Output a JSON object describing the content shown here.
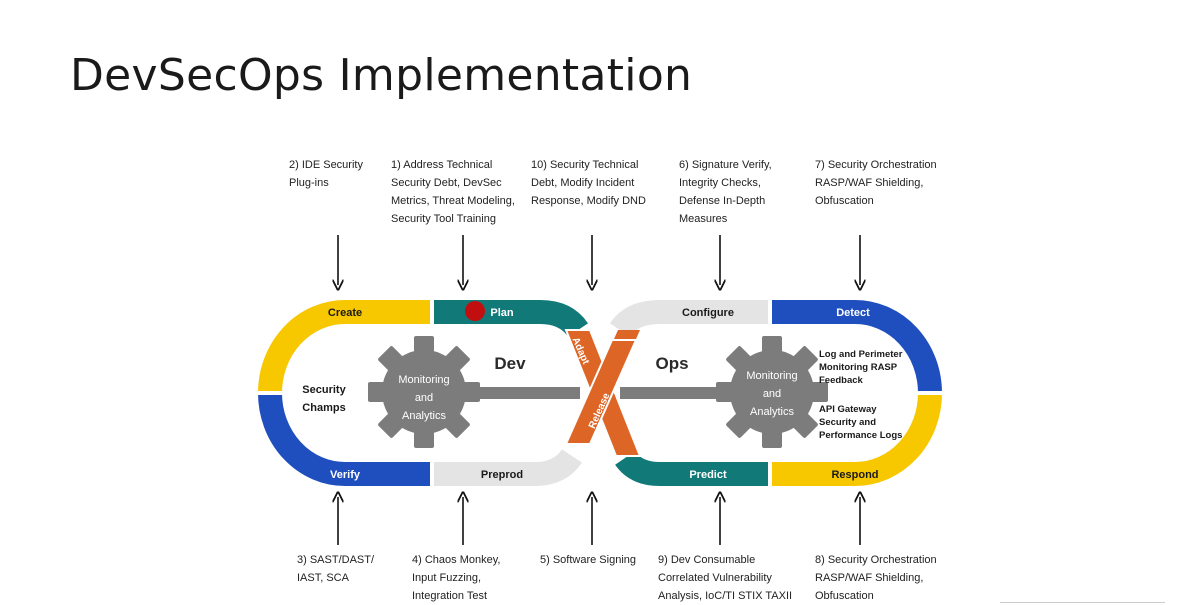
{
  "title": "DevSecOps Implementation",
  "annotations": {
    "top": [
      {
        "id": "ide",
        "text": "2) IDE Security\nPlug-ins"
      },
      {
        "id": "address",
        "text": "1) Address Technical\nSecurity Debt, DevSec\nMetrics, Threat Modeling,\nSecurity Tool Training"
      },
      {
        "id": "sectech",
        "text": "10) Security Technical\nDebt, Modify Incident\nResponse, Modify DND"
      },
      {
        "id": "signature",
        "text": "6) Signature Verify,\nIntegrity Checks,\nDefense In-Depth\nMeasures"
      },
      {
        "id": "orch-top",
        "text": "7) Security Orchestration\nRASP/WAF Shielding,\nObfuscation"
      }
    ],
    "bottom": [
      {
        "id": "sast",
        "text": "3) SAST/DAST/\nIAST, SCA"
      },
      {
        "id": "chaos",
        "text": "4) Chaos Monkey,\nInput Fuzzing,\nIntegration Test"
      },
      {
        "id": "signing",
        "text": "5) Software Signing"
      },
      {
        "id": "devcons",
        "text": "9) Dev Consumable\nCorrelated Vulnerability\nAnalysis, IoC/TI STIX TAXII"
      },
      {
        "id": "orch-bottom",
        "text": "8) Security Orchestration\nRASP/WAF Shielding,\nObfuscation"
      }
    ]
  },
  "loop": {
    "create": "Create",
    "plan": "Plan",
    "verify": "Verify",
    "preprod": "Preprod",
    "configure": "Configure",
    "detect": "Detect",
    "predict": "Predict",
    "respond": "Respond",
    "adapt": "Adapt",
    "release": "Release",
    "dev": "Dev",
    "ops": "Ops",
    "security_champs": [
      "Security",
      "Champs"
    ],
    "gear_left": [
      "Monitoring",
      "and",
      "Analytics"
    ],
    "gear_right": [
      "Monitoring",
      "and",
      "Analytics"
    ],
    "ops_notes_top": [
      "Log and Perimeter",
      "Monitoring RASP",
      "Feedback"
    ],
    "ops_notes_bottom": [
      "API Gateway",
      "Security and",
      "Performance Logs"
    ]
  },
  "colors": {
    "yellow": "#f7c700",
    "blue": "#1f4fbf",
    "teal": "#117a78",
    "lightgray": "#e4e4e4",
    "orange": "#dd6526",
    "gear": "#7c7c7c",
    "red_dot": "#c10e0e"
  }
}
